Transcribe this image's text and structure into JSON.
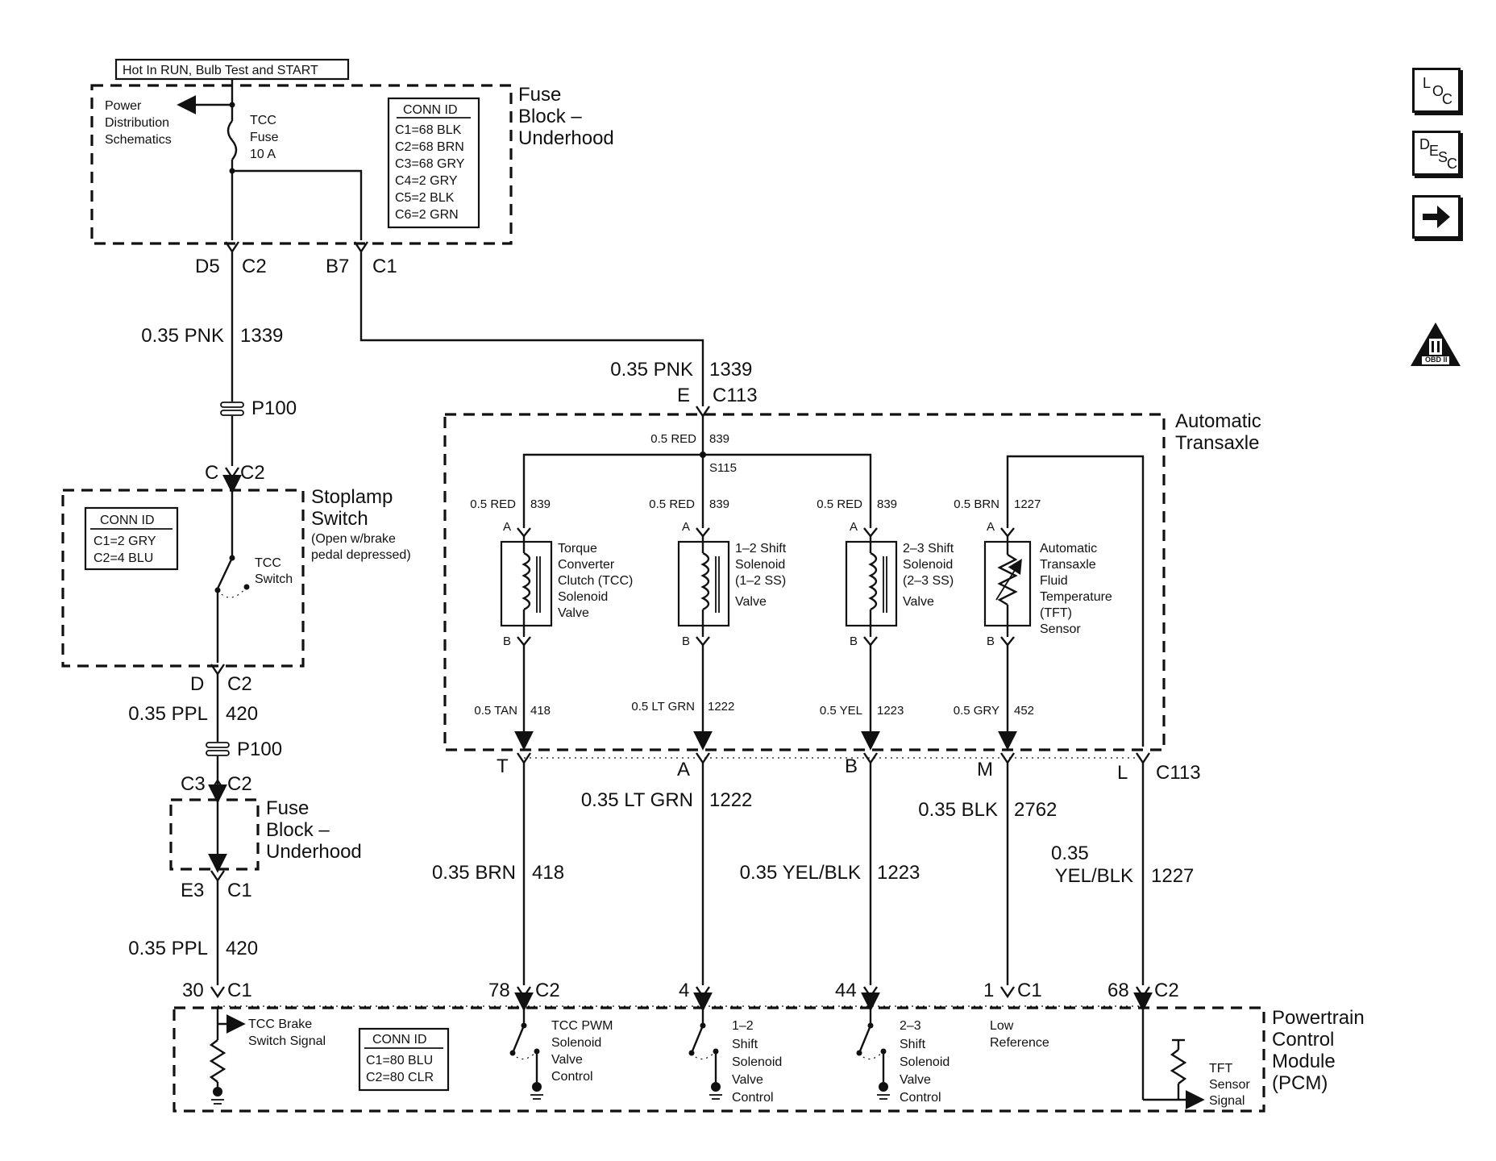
{
  "header": {
    "hot_in": "Hot In RUN, Bulb Test and START"
  },
  "fuse_block": {
    "title_l1": "Fuse",
    "title_l2": "Block –",
    "title_l3": "Underhood",
    "power_l1": "Power",
    "power_l2": "Distribution",
    "power_l3": "Schematics",
    "fuse_l1": "TCC",
    "fuse_l2": "Fuse",
    "fuse_l3": "10 A",
    "conn_title": "CONN ID",
    "conn": [
      "C1=68 BLK",
      "C2=68 BRN",
      "C3=68 GRY",
      "C4=2 GRY",
      "C5=2 BLK",
      "C6=2 GRN"
    ]
  },
  "left": {
    "d5": "D5",
    "c2a": "C2",
    "b7": "B7",
    "c1a": "C1",
    "w1": "0.35 PNK",
    "n1": "1339",
    "p100a": "P100",
    "c_pin": "C",
    "c2b": "C2",
    "sw_title_l1": "Stoplamp",
    "sw_title_l2": "Switch",
    "sw_note_l1": "(Open w/brake",
    "sw_note_l2": "pedal depressed)",
    "sw_l1": "TCC",
    "sw_l2": "Switch",
    "sw_conn_title": "CONN ID",
    "sw_conn": [
      "C1=2 GRY",
      "C2=4 BLU"
    ],
    "d_pin": "D",
    "c2c": "C2",
    "w2": "0.35 PPL",
    "n2": "420",
    "p100b": "P100",
    "c3": "C3",
    "c2d": "C2",
    "fb2_l1": "Fuse",
    "fb2_l2": "Block –",
    "fb2_l3": "Underhood",
    "e3": "E3",
    "c1b": "C1",
    "w3": "0.35 PPL",
    "n3": "420",
    "p30": "30",
    "c1c": "C1"
  },
  "trans": {
    "w_in": "0.35 PNK",
    "n_in": "1339",
    "e_pin": "E",
    "c113": "C113",
    "title_l1": "Automatic",
    "title_l2": "Transaxle",
    "red": "0.5 RED",
    "n839": "839",
    "splice": "S115",
    "brn": "0.5 BRN",
    "n1227": "1227",
    "pin_a": "A",
    "pin_b": "B",
    "tcc": [
      "Torque",
      "Converter",
      "Clutch (TCC)",
      "Solenoid",
      "Valve"
    ],
    "ss12": [
      "1–2 Shift",
      "Solenoid",
      "(1–2 SS)",
      "Valve"
    ],
    "ss23": [
      "2–3 Shift",
      "Solenoid",
      "(2–3 SS)",
      "Valve"
    ],
    "tft": [
      "Automatic",
      "Transaxle",
      "Fluid",
      "Temperature",
      "(TFT)",
      "Sensor"
    ],
    "b_tan": "0.5 TAN",
    "n418": "418",
    "b_ltgrn": "0.5 LT GRN",
    "n1222": "1222",
    "b_yel": "0.5 YEL",
    "n1223": "1223",
    "b_gry": "0.5 GRY",
    "n452": "452"
  },
  "harness": {
    "t": "T",
    "a": "A",
    "b": "B",
    "m": "M",
    "l": "L",
    "c113": "C113",
    "w_ltgrn": "0.35 LT GRN",
    "n1222": "1222",
    "w_blk": "0.35 BLK",
    "n2762": "2762",
    "w_brn": "0.35 BRN",
    "n418": "418",
    "w_yelblk": "0.35 YEL/BLK",
    "n1223": "1223",
    "w_yelblk2_l1": "0.35",
    "w_yelblk2_l2": "YEL/BLK",
    "n1227": "1227"
  },
  "pcm": {
    "p78": "78",
    "c2a": "C2",
    "p4": "4",
    "p44": "44",
    "p1": "1",
    "c1": "C1",
    "p68": "68",
    "c2b": "C2",
    "title": [
      "Powertrain",
      "Control",
      "Module",
      "(PCM)"
    ],
    "brake": [
      "TCC Brake",
      "Switch Signal"
    ],
    "conn_title": "CONN ID",
    "conn": [
      "C1=80 BLU",
      "C2=80 CLR"
    ],
    "pwm": [
      "TCC PWM",
      "Solenoid",
      "Valve",
      "Control"
    ],
    "s12": [
      "1–2",
      "Shift",
      "Solenoid",
      "Valve",
      "Control"
    ],
    "s23": [
      "2–3",
      "Shift",
      "Solenoid",
      "Valve",
      "Control"
    ],
    "low": [
      "Low",
      "Reference"
    ],
    "tft": [
      "TFT",
      "Sensor",
      "Signal"
    ]
  },
  "sidebar": {
    "loc": {
      "a": "L",
      "b": "O",
      "c": "C"
    },
    "desc": {
      "a": "D",
      "b": "E",
      "c": "S",
      "d": "C"
    },
    "obd": "OBD II"
  }
}
